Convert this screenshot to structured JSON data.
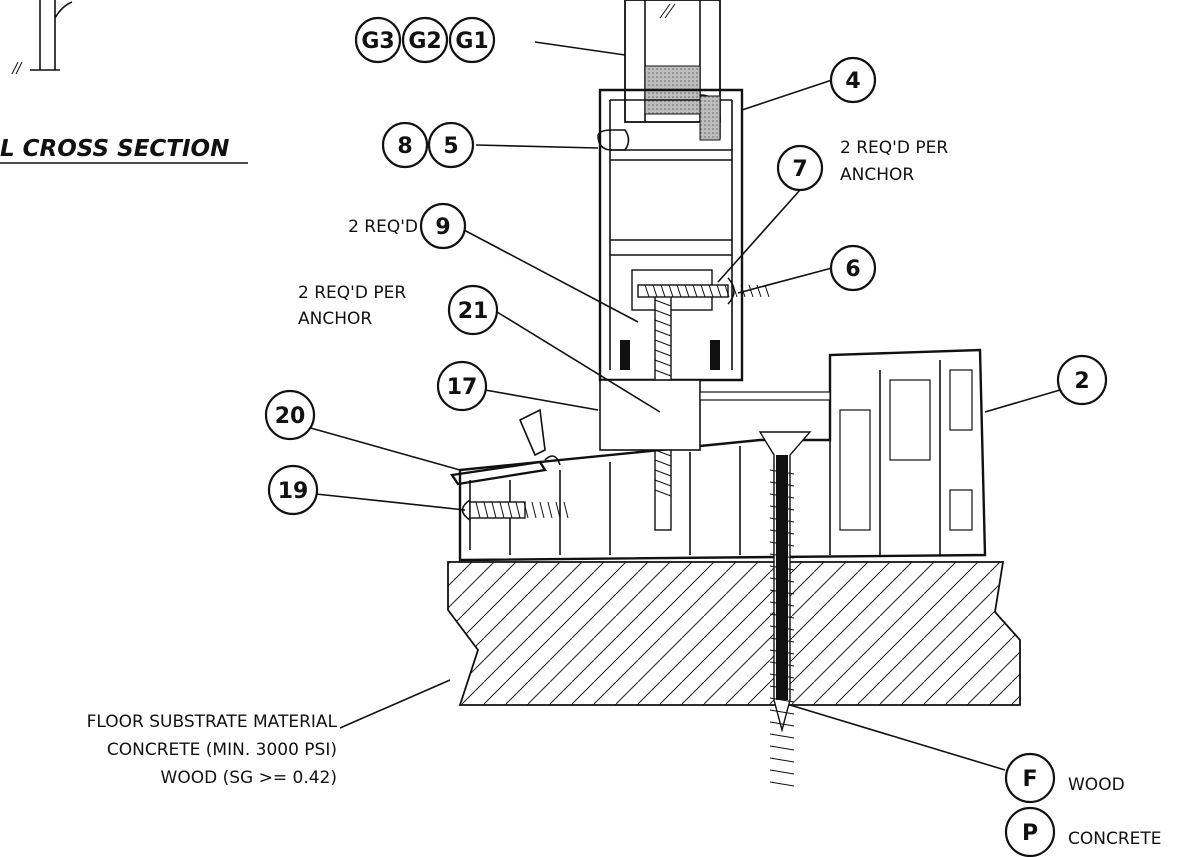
{
  "title": "L CROSS SECTION",
  "callouts": {
    "g3": "G3",
    "g2": "G2",
    "g1": "G1",
    "c4": "4",
    "c8": "8",
    "c5": "5",
    "c7": "7",
    "c9": "9",
    "c6": "6",
    "c21": "21",
    "c17": "17",
    "c2": "2",
    "c20": "20",
    "c19": "19",
    "cF": "F",
    "cP": "P"
  },
  "notes": {
    "c7_note_line1": "2 REQ'D PER",
    "c7_note_line2": "ANCHOR",
    "c9_note": "2 REQ'D",
    "c21_note_line1": "2 REQ'D PER",
    "c21_note_line2": "ANCHOR",
    "substrate_line1": "FLOOR SUBSTRATE MATERIAL",
    "substrate_line2": "CONCRETE (MIN. 3000 PSI)",
    "substrate_line3": "WOOD (SG >= 0.42)",
    "f_label": "WOOD",
    "p_label": "CONCRETE"
  }
}
